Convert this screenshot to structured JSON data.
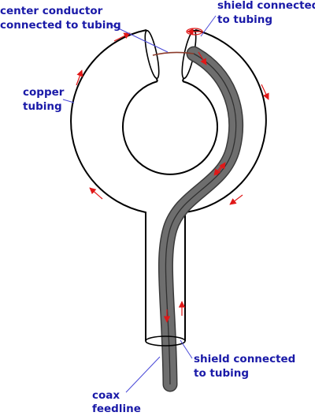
{
  "labels": {
    "center_conductor": [
      "center conductor",
      "connected to tubing"
    ],
    "shield_top": [
      "shield connected",
      "to tubing"
    ],
    "copper_tubing": [
      "copper",
      "tubing"
    ],
    "shield_bottom": [
      "shield connected",
      "to tubing"
    ],
    "coax_feedline": [
      "coax",
      "feedline"
    ]
  },
  "colors": {
    "label_text": "#1a1aa8",
    "leader_line": "#4848d8",
    "tubing_outline": "#000000",
    "coax_fill": "#6e6e6e",
    "coax_outline": "#3a3a3a",
    "coax_center": "#303030",
    "current_arrow": "#e01818",
    "center_wire": "#8b3a2a"
  }
}
